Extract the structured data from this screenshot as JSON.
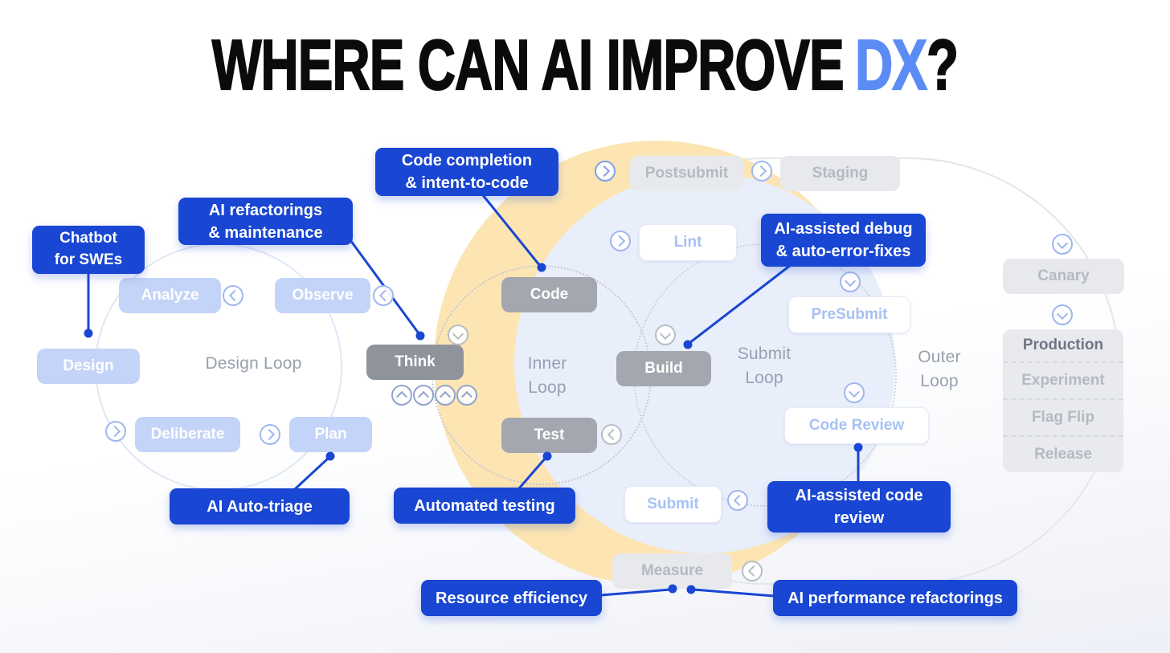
{
  "title": {
    "pre": "WHERE CAN AI IMPROVE",
    "highlight": "DX",
    "post": "?"
  },
  "loops": {
    "design": {
      "label": "Design Loop"
    },
    "inner": {
      "line1": "Inner",
      "line2": "Loop"
    },
    "submit": {
      "line1": "Submit",
      "line2": "Loop"
    },
    "outer": {
      "line1": "Outer",
      "line2": "Loop"
    }
  },
  "nodes": {
    "analyze": "Analyze",
    "observe": "Observe",
    "design": "Design",
    "deliberate": "Deliberate",
    "plan": "Plan",
    "code": "Code",
    "think": "Think",
    "build": "Build",
    "test": "Test",
    "lint": "Lint",
    "presubmit": "PreSubmit",
    "code_review": "Code Review",
    "submit": "Submit",
    "postsubmit": "Postsubmit",
    "staging": "Staging",
    "measure": "Measure",
    "canary": "Canary",
    "production": "Production",
    "experiment": "Experiment",
    "flag_flip": "Flag Flip",
    "release": "Release"
  },
  "callouts": {
    "chatbot": {
      "line1": "Chatbot",
      "line2": "for SWEs"
    },
    "refactorings": {
      "line1": "AI refactorings",
      "line2": "& maintenance"
    },
    "code_completion": {
      "line1": "Code completion",
      "line2": "& intent-to-code"
    },
    "debug": {
      "line1": "AI-assisted debug",
      "line2": "& auto-error-fixes"
    },
    "auto_triage": {
      "text": "AI Auto-triage"
    },
    "automated_testing": {
      "text": "Automated testing"
    },
    "code_review": {
      "line1": "AI-assisted code",
      "line2": "review"
    },
    "resource_efficiency": {
      "text": "Resource efficiency"
    },
    "performance": {
      "text": "AI performance refactorings"
    }
  },
  "icons": {
    "flow_chevron": "css-rotated-square-chevron-in-circle",
    "connector_dot": "css-filled-circle"
  },
  "colors": {
    "accent": "#1946d2",
    "title-highlight": "#5b8cf5",
    "design-node-bg": "#c4d4f8",
    "inner-node-bg": "#a4a7af",
    "submit-node-text": "#a6c1f4",
    "muted-node-bg": "#e8e9ed",
    "muted-node-text": "#b5b9c2",
    "loop-label": "#98a0ae",
    "yellow-circle": "#fce5b2",
    "blue-circle": "#e9eefb"
  }
}
